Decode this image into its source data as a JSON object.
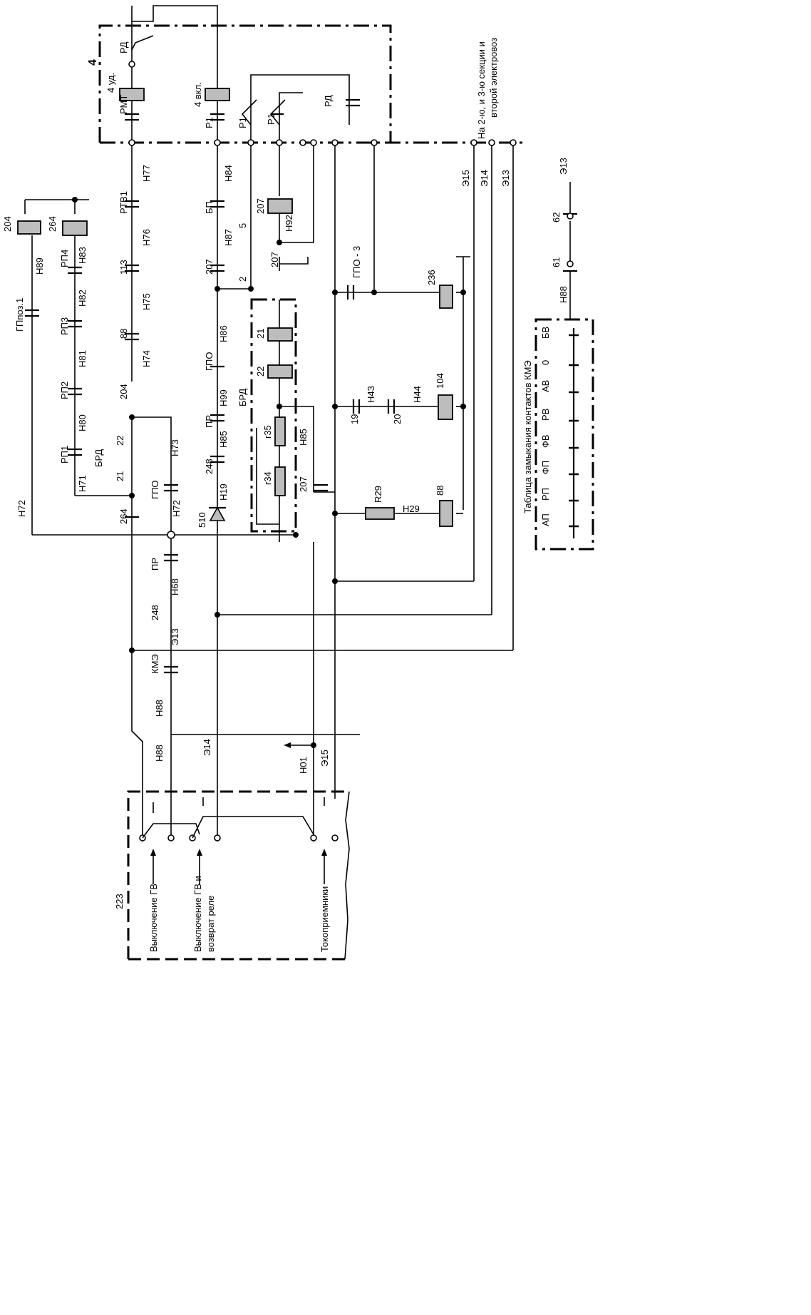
{
  "labels": {
    "block_number": "4",
    "rd_top": "РД",
    "udl_4": "4 уд.",
    "rmt": "РМТ",
    "vkl_4": "4 вкл.",
    "p1_a": "Р1",
    "p1_b": "Р1",
    "p1_c": "Р1",
    "rd_right": "РД",
    "second_section": "На 2-ю, и 3-ю секции и",
    "second_loco": "второй электровоз",
    "e15_top": "Э15",
    "e14_top": "Э14",
    "e13_top": "Э13",
    "e13_right": "Э13",
    "n77": "Н77",
    "rtv1": "РТВ1",
    "n76": "Н76",
    "n113": "113",
    "n75": "Н75",
    "n88a": "88",
    "n74": "Н74",
    "n204a": "204",
    "n84": "Н84",
    "bp": "БП",
    "n87": "Н87",
    "n207a": "207",
    "n5": "5",
    "n2": "2",
    "n207b": "207",
    "n92": "Н92",
    "n207c": "207",
    "gpo3": "ГПО - 3",
    "n236": "236",
    "n62": "62",
    "n61": "61",
    "n88b": "Н88",
    "c204": "204",
    "c264": "264",
    "n89": "Н89",
    "n83": "Н83",
    "rp4": "РП4",
    "n82": "Н82",
    "rp3": "РП3",
    "n81": "Н81",
    "rp2": "РП2",
    "n80": "Н80",
    "rp1": "РП1",
    "n71": "Н71",
    "gppoz1": "ГПпоз.1",
    "n72_left": "Н72",
    "brd_left": "БРД",
    "n22_left": "22",
    "n21_left": "21",
    "gpo_left": "ГПО",
    "n264_left": "264",
    "n73": "Н73",
    "n72_mid": "Н72",
    "n86": "Н86",
    "gpo_mid": "ГПО",
    "n99": "Н99",
    "pr_mid": "ПР",
    "n85_mid": "Н85",
    "n248_mid": "248",
    "n19": "Н19",
    "n510": "510",
    "brd_mid": "БРД",
    "n21_mid": "21",
    "n22_mid": "22",
    "r35": "r35",
    "r34": "r34",
    "n85_right": "Н85",
    "n207_low": "207",
    "n43": "Н43",
    "n44": "Н44",
    "n104": "104",
    "n19b": "19",
    "n20": "20",
    "r29": "R29",
    "n29": "Н29",
    "n88c": "88",
    "pr_low": "ПР",
    "n68": "Н68",
    "n248_low": "248",
    "e13_low": "Э13",
    "kme": "КМЭ",
    "n88_low1": "Н88",
    "n88_low2": "Н88",
    "e14_low": "Э14",
    "n01": "Н01",
    "e15_low": "Э15",
    "n223": "223",
    "btn1": "Выключение ГВ",
    "btn2a": "Выключение ГВ и",
    "btn2b": "возврат реле",
    "btn3": "Токоприемники",
    "table_title": "Таблица замыкания контактов КМЭ",
    "pos_ap": "АП",
    "pos_rp": "РП",
    "pos_fp": "ФП",
    "pos_fv": "ФВ",
    "pos_rv": "РВ",
    "pos_av": "АВ",
    "pos_0": "0",
    "pos_bv": "БВ"
  }
}
